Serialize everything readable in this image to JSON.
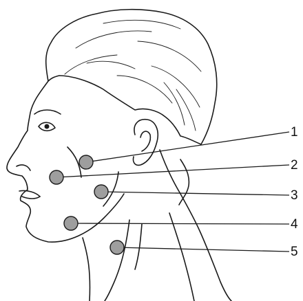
{
  "marker_color": "#9e9e9e",
  "line_color": "#1a1a1a",
  "background": "#ffffff",
  "labels": [
    {
      "number": "1"
    },
    {
      "number": "2"
    },
    {
      "number": "3"
    },
    {
      "number": "4"
    },
    {
      "number": "5"
    }
  ]
}
